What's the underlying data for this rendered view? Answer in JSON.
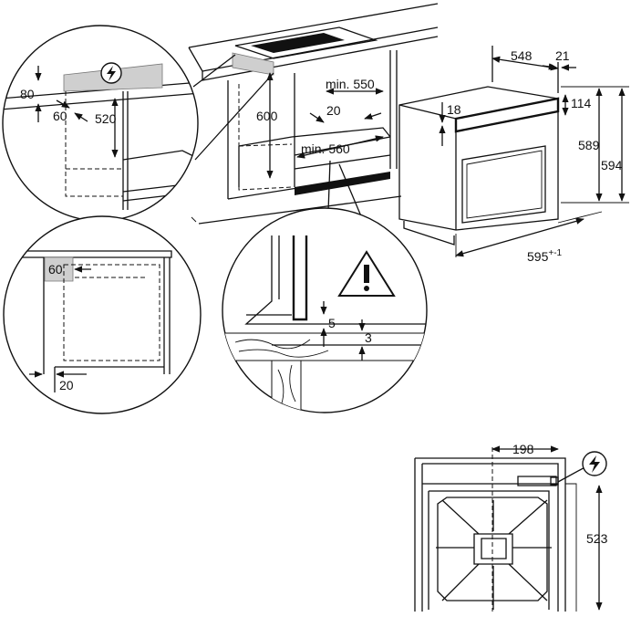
{
  "colors": {
    "line": "#111111",
    "insulation": "#cfcfcf",
    "background": "#ffffff"
  },
  "icons": {
    "power_symbol": "lightning-in-circle-icon",
    "warning_symbol": "warning-triangle-icon"
  },
  "labels": {
    "d_80": "80",
    "d_60_detail": "60",
    "d_520": "520",
    "d_600": "600",
    "d_min550": "min. 550",
    "d_20_niche": "20",
    "d_min560": "min. 560",
    "d_548": "548",
    "d_21": "21",
    "d_114": "114",
    "d_18": "18",
    "d_589": "589",
    "d_594": "594",
    "d_595": "595",
    "d_595_tol": "+-1",
    "d_60_side": "60",
    "d_20_side": "20",
    "d_5": "5",
    "d_3": "3",
    "d_198": "198",
    "d_523": "523"
  }
}
